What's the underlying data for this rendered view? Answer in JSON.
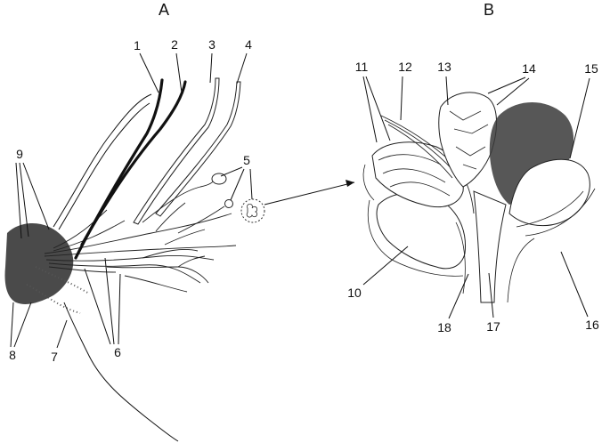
{
  "panels": {
    "a": "A",
    "b": "B"
  },
  "labels": [
    "1",
    "2",
    "3",
    "4",
    "5",
    "6",
    "7",
    "8",
    "9",
    "10",
    "11",
    "12",
    "13",
    "14",
    "15",
    "16",
    "17",
    "18"
  ]
}
